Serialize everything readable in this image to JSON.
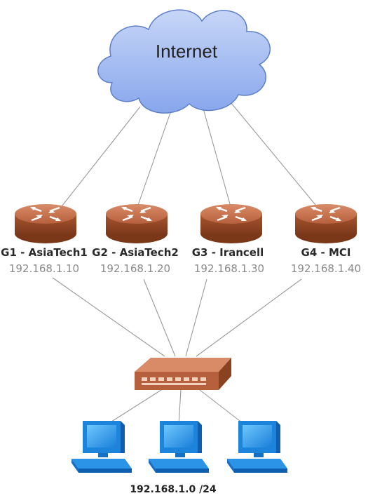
{
  "cloud": {
    "label": "Internet"
  },
  "routers": [
    {
      "name": "G1 - AsiaTech1",
      "ip": "192.168.1.10"
    },
    {
      "name": "G2 - AsiaTech2",
      "ip": "192.168.1.20"
    },
    {
      "name": "G3 - Irancell",
      "ip": "192.168.1.30"
    },
    {
      "name": "G4 - MCI",
      "ip": "192.168.1.40"
    }
  ],
  "switch": {
    "icon": "switch-icon"
  },
  "lan": {
    "subnet": "192.168.1.0 /24",
    "hosts": 3
  },
  "colors": {
    "cloud_fill": "#9db8f0",
    "router_fill": "#b8623f",
    "switch_fill": "#b8623f",
    "computer_fill": "#1f8fe0",
    "link": "#999999"
  }
}
